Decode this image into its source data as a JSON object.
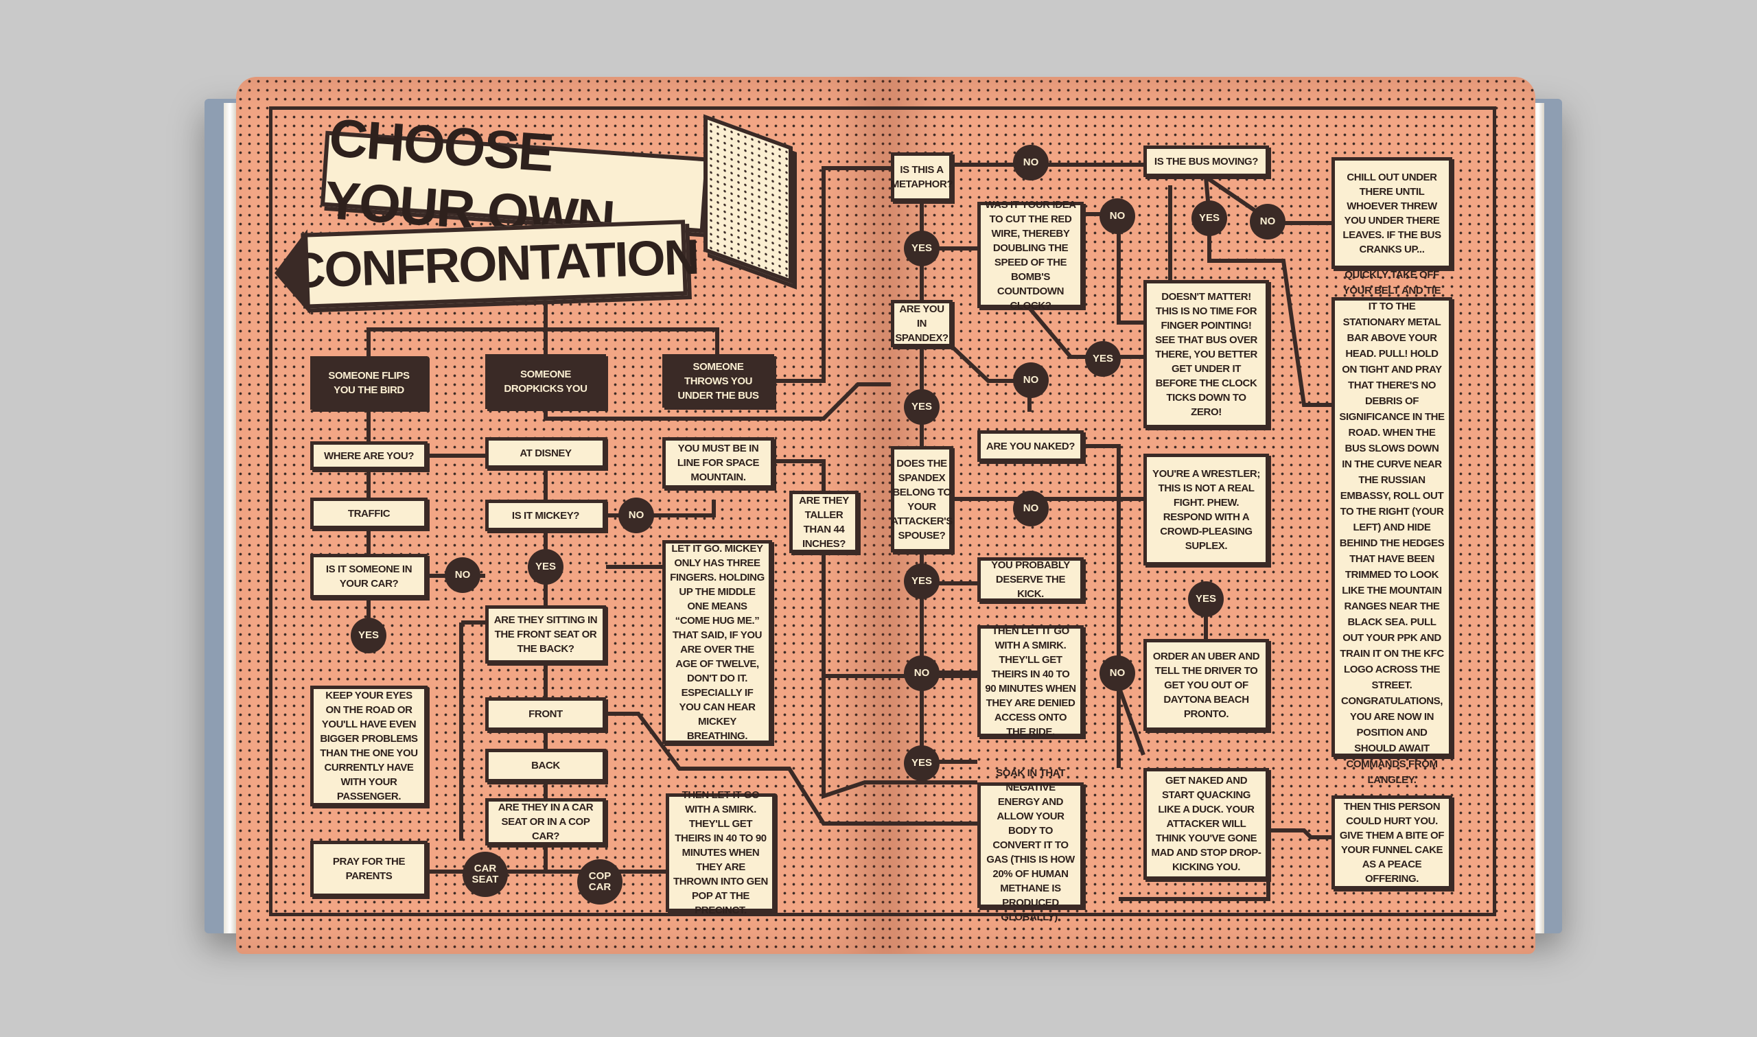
{
  "title": {
    "line1": "CHOOSE YOUR OWN",
    "line2": "CONFRONTATION"
  },
  "colors": {
    "page": "#f2a685",
    "ink": "#3a2a26",
    "box": "#fbefd2",
    "cover": "#8e9eb2"
  },
  "left": {
    "start1": "Someone flips you the bird",
    "start2": "Someone dropkicks you",
    "start3": "Someone throws you under the bus",
    "where": "Where are you?",
    "disney": "At Disney",
    "space": "You must be in line for Space Mountain.",
    "traffic": "Traffic",
    "mickey": "Is it Mickey?",
    "taller": "Are they taller than 44 inches?",
    "incar": "Is it someone in your car?",
    "seat": "Are they sitting in the front seat or the back?",
    "letgo": "Let it go. Mickey only has three fingers. Holding up the middle one means “Come hug me.” That said, if you are over the age of twelve, don't do it. Especially if you can hear Mickey breathing.",
    "eyes": "Keep your eyes on the road or you'll have even bigger problems than the one you currently have with your passenger.",
    "front": "Front",
    "back": "Back",
    "carseat": "Are they in a car seat or in a cop car?",
    "pray": "Pray for the parents",
    "smirk": "Then let it go with a smirk. They'll get theirs in 40 to 90 minutes when they are thrown into gen pop at the precinct.",
    "c_no1": "NO",
    "c_yes1": "YES",
    "c_yes2": "YES",
    "c_no2": "NO",
    "c_carseat": "CAR SEAT",
    "c_copcar": "COP CAR"
  },
  "right": {
    "metaphor": "Is this a metaphor?",
    "spandex": "Are you in spandex?",
    "spouse": "Does the spandex belong to your attacker's spouse?",
    "redwire": "Was it your idea to cut the red wire, thereby doubling the speed of the bomb's countdown clock?",
    "naked": "Are you naked?",
    "deserve": "You probably deserve the kick.",
    "ride": "Then let it go with a smirk. They'll get theirs in 40 to 90 minutes when they are denied access onto the ride.",
    "soak": "Soak in that negative energy and allow your body to convert it to gas (this is how 20% of human methane is produced globally).",
    "busmoving": "Is the bus moving?",
    "doesnt": "Doesn't matter! This is no time for finger pointing! See that bus over there, you better get under it before the clock ticks down to zero!",
    "wrestler": "You're a wrestler; this is not a real fight. Phew. Respond with a crowd-pleasing suplex.",
    "uber": "Order an Uber and tell the driver to get you out of Daytona Beach pronto.",
    "quack": "Get naked and start quacking like a duck. Your attacker will think you've gone mad and stop drop-kicking you.",
    "chill": "Chill out under there until whoever threw you under there leaves. If the bus cranks up...",
    "belt": "Quickly take off your belt and tie it to the stationary metal bar above your head. Pull! Hold on tight and pray that there's no debris of significance in the road. When the bus slows down in the curve near the Russian Embassy, roll out to the right (your left) and hide behind the hedges that have been trimmed to look like the mountain ranges near the Black Sea. Pull out your PPK and train it on the KFC logo across the street. Congratulations, you are now in position and should await commands from Langley.",
    "hurt": "Then this person could hurt you. Give them a bite of your funnel cake as a peace offering.",
    "no": "NO",
    "yes": "YES"
  }
}
